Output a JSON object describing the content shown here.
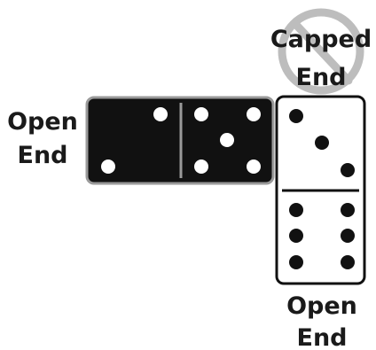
{
  "labels": {
    "left_open": [
      "Open",
      "End"
    ],
    "top_capped": [
      "Capped",
      "End"
    ],
    "bottom_open": [
      "Open",
      "End"
    ]
  },
  "dominoes": [
    {
      "name": "horizontal-domino",
      "orientation": "horizontal",
      "style": "black-with-white-pips",
      "halves": [
        2,
        5
      ]
    },
    {
      "name": "vertical-domino",
      "orientation": "vertical",
      "style": "white-with-black-pips",
      "halves": [
        3,
        6
      ]
    }
  ],
  "icons": {
    "no_symbol": "prohibition-icon"
  },
  "colors": {
    "black_domino_fill": "#111111",
    "black_domino_border": "#9a9a9a",
    "white_domino_fill": "#ffffff",
    "white_domino_border": "#111111",
    "prohibition": "#bdbdbd",
    "text": "#1a1a1a"
  }
}
